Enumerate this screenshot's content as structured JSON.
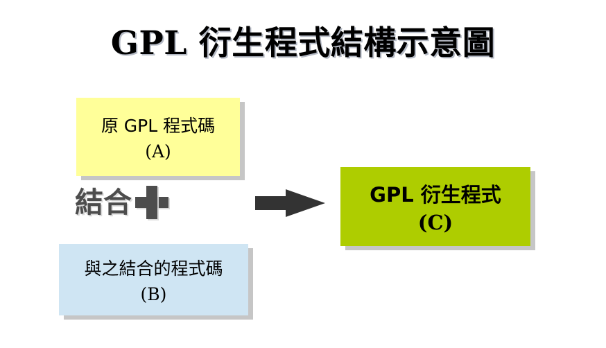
{
  "title": {
    "latin": "GPL",
    "cjk": "衍生程式結構示意圖",
    "full": "GPL 衍生程式結構示意圖"
  },
  "colors": {
    "background": "#ffffff",
    "box_a_fill": "#ffff99",
    "box_b_fill": "#cfe5f3",
    "box_c_fill": "#aecd00",
    "shadow": "#c6c6c6",
    "arrow": "#333333",
    "operator_text": "#4d4d4d",
    "text": "#000000",
    "title_shadow": "#7882 96"
  },
  "nodes": {
    "box_a": {
      "line1": "原 GPL 程式碼",
      "line2": "(A)",
      "label": "A"
    },
    "box_b": {
      "line1": "與之結合的程式碼",
      "line2": "(B)",
      "label": "B"
    },
    "box_c": {
      "line1": "GPL 衍生程式",
      "line2": "(C)",
      "label": "C"
    }
  },
  "operator": {
    "text": "結合",
    "symbol": "+",
    "icon": "plus-icon"
  },
  "arrow": {
    "icon": "arrow-right-icon",
    "direction": "right"
  }
}
